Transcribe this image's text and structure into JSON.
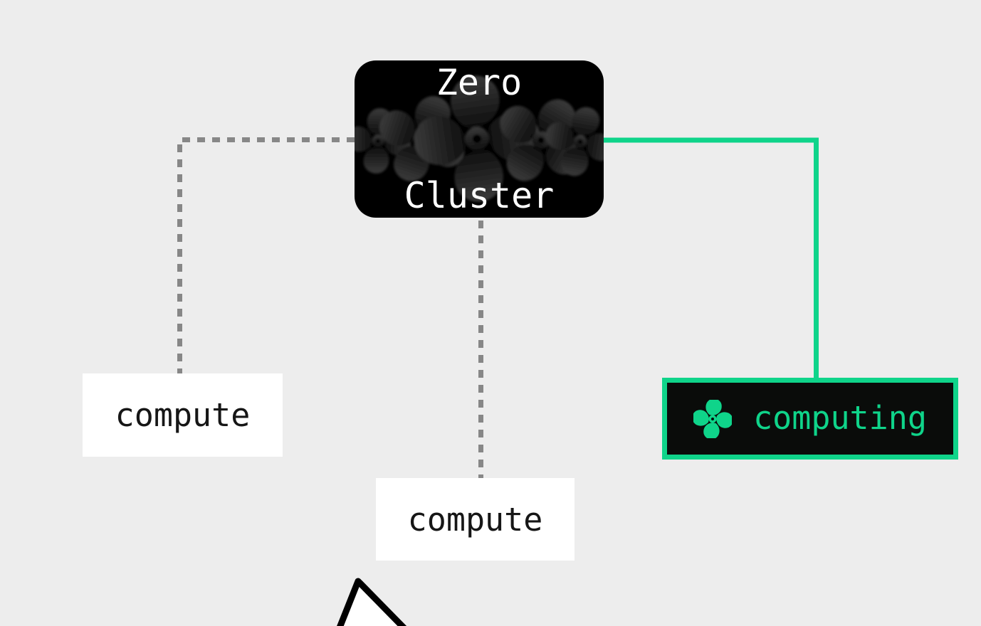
{
  "canvas": {
    "background": "#ededed"
  },
  "colors": {
    "accent_green": "#0fd48a",
    "dash_gray": "#878787",
    "cluster_bg": "#000000",
    "cluster_text": "#ffffff",
    "leaf_bg": "#ffffff",
    "leaf_text": "#161616",
    "active_bg": "#0a0c0a",
    "active_text": "#0fd48a"
  },
  "cluster": {
    "title_lines": [
      "Zero",
      "Cluster"
    ],
    "decoration": "fan-icon-pattern"
  },
  "nodes": [
    {
      "id": "compute-left",
      "label": "compute",
      "state": "pending"
    },
    {
      "id": "compute-bottom",
      "label": "compute",
      "state": "pending"
    },
    {
      "id": "computing",
      "label": "computing",
      "state": "active",
      "icon": "fan-icon"
    }
  ],
  "edges": [
    {
      "from": "zero-cluster",
      "to": "compute-left",
      "style": "dashed",
      "color": "#878787"
    },
    {
      "from": "zero-cluster",
      "to": "compute-bottom",
      "style": "dashed",
      "color": "#878787"
    },
    {
      "from": "zero-cluster",
      "to": "computing",
      "style": "solid",
      "color": "#0fd48a"
    }
  ],
  "cursor": {
    "icon": "pointer-arrow-icon"
  }
}
